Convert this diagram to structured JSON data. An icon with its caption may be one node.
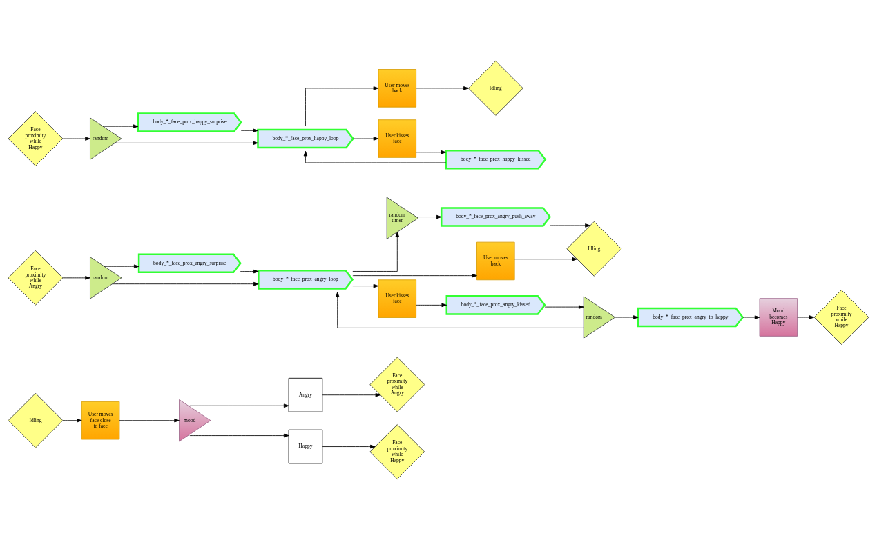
{
  "diagram": {
    "nodes": [
      {
        "text": [
          "Idling"
        ]
      },
      {
        "text": [
          "User moves face close to face"
        ]
      },
      {
        "text": [
          "mood"
        ]
      },
      {
        "text": [
          "Angry"
        ]
      },
      {
        "text": [
          "Happy"
        ]
      },
      {
        "text": [
          "Face proximity while Angry"
        ]
      },
      {
        "text": [
          "Face proximity while Happy"
        ]
      },
      {
        "text": [
          "Face proximity while Angry"
        ]
      },
      {
        "text": [
          "random"
        ]
      },
      {
        "text": [
          "body_*_face_prox_angry_surprise"
        ]
      },
      {
        "text": [
          "body_*_face_prox_angry_loop"
        ]
      },
      {
        "text": [
          "random timer"
        ]
      },
      {
        "text": [
          "body_*_face_prox_angry_push_away"
        ]
      },
      {
        "text": [
          "User moves back"
        ]
      },
      {
        "text": [
          "Idling"
        ]
      },
      {
        "text": [
          "User kisses face"
        ]
      },
      {
        "text": [
          "body_*_face_prox_angry_kissed"
        ]
      },
      {
        "text": [
          "random"
        ]
      },
      {
        "text": [
          "body_*_face_prox_angry_to_happy"
        ]
      },
      {
        "text": [
          "Mood becomes Happy"
        ]
      },
      {
        "text": [
          "Face proximity while Happy"
        ]
      },
      {
        "text": [
          "Face proximity while Happy"
        ]
      },
      {
        "text": [
          "random"
        ]
      },
      {
        "text": [
          "body_*_face_prox_happy_surprise"
        ]
      },
      {
        "text": [
          "body_*_face_prox_happy_loop"
        ]
      },
      {
        "text": [
          "User moves back"
        ]
      },
      {
        "text": [
          "Idling"
        ]
      },
      {
        "text": [
          "User kisses face"
        ]
      },
      {
        "text": [
          "body_*_face_prox_happy_kissed"
        ]
      }
    ],
    "edges": [
      {
        "from": 0,
        "to": 1,
        "arrow": "to"
      },
      {
        "from": 1,
        "to": 2,
        "arrow": "to"
      },
      {
        "from": 2,
        "to": 3,
        "arrow": "to"
      },
      {
        "from": 2,
        "to": 4,
        "arrow": "to"
      },
      {
        "from": 3,
        "to": 5,
        "arrow": "to"
      },
      {
        "from": 4,
        "to": 6,
        "arrow": "to"
      },
      {
        "from": 7,
        "to": 8,
        "arrow": "to"
      },
      {
        "from": 8,
        "to": 9,
        "arrow": "to"
      },
      {
        "from": 8,
        "to": 10,
        "arrow": "to"
      },
      {
        "from": 9,
        "to": 10,
        "arrow": "to"
      },
      {
        "from": 10,
        "to": 11,
        "arrow": "to"
      },
      {
        "from": 10,
        "to": 13,
        "arrow": "to"
      },
      {
        "from": 10,
        "to": 15,
        "arrow": "to"
      },
      {
        "from": 11,
        "to": 12,
        "arrow": "to"
      },
      {
        "from": 12,
        "to": 14,
        "arrow": "to"
      },
      {
        "from": 13,
        "to": 14,
        "arrow": "to"
      },
      {
        "from": 15,
        "to": 16,
        "arrow": "to"
      },
      {
        "from": 16,
        "to": 17,
        "arrow": "to"
      },
      {
        "from": 17,
        "to": 10,
        "arrow": "to"
      },
      {
        "from": 17,
        "to": 18,
        "arrow": "to"
      },
      {
        "from": 18,
        "to": 19,
        "arrow": "to"
      },
      {
        "from": 19,
        "to": 20,
        "arrow": "to"
      },
      {
        "from": 21,
        "to": 22,
        "arrow": "to"
      },
      {
        "from": 22,
        "to": 23,
        "arrow": "to"
      },
      {
        "from": 22,
        "to": 24,
        "arrow": "to"
      },
      {
        "from": 23,
        "to": 24,
        "arrow": "to"
      },
      {
        "from": 24,
        "to": 25,
        "arrow": "to"
      },
      {
        "from": 25,
        "to": 26,
        "arrow": "to"
      },
      {
        "from": 24,
        "to": 27,
        "arrow": "to"
      },
      {
        "from": 27,
        "to": 28,
        "arrow": "to"
      },
      {
        "from": 28,
        "to": 24,
        "arrow": "to"
      }
    ]
  }
}
